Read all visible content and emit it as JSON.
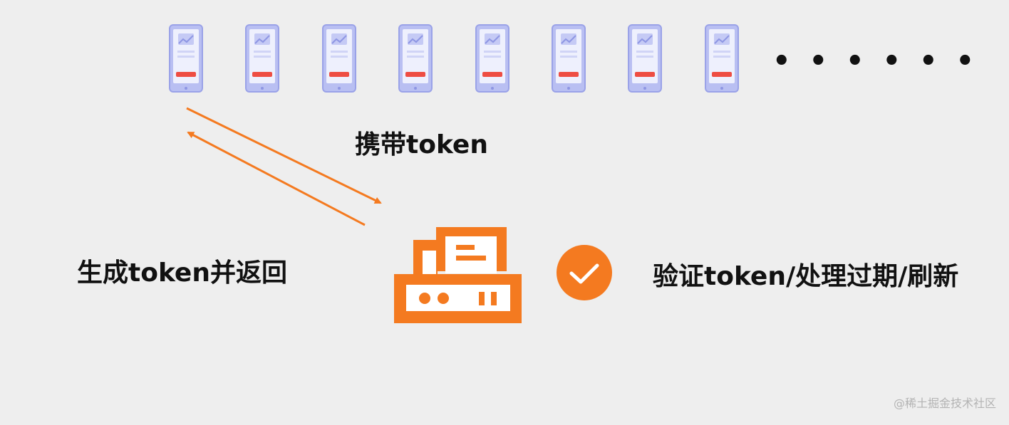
{
  "labels": {
    "carry_token": "携带token",
    "generate_and_return": "生成token并返回",
    "verify_process": "验证token/处理过期/刷新"
  },
  "ellipsis": "• • • • • •",
  "watermark": "@稀土掘金技术社区",
  "devices": {
    "count": 8,
    "icon": "mobile-phone-icon"
  },
  "server": {
    "icon": "server-icon"
  },
  "status": {
    "icon": "checkmark-icon"
  },
  "colors": {
    "background": "#eeeeee",
    "accent": "#f47a20",
    "phone_body": "#b9bff2",
    "phone_outline": "#9aa2e8",
    "phone_button": "#ee4d43",
    "text": "#111111",
    "watermark": "#b3b3b3"
  }
}
